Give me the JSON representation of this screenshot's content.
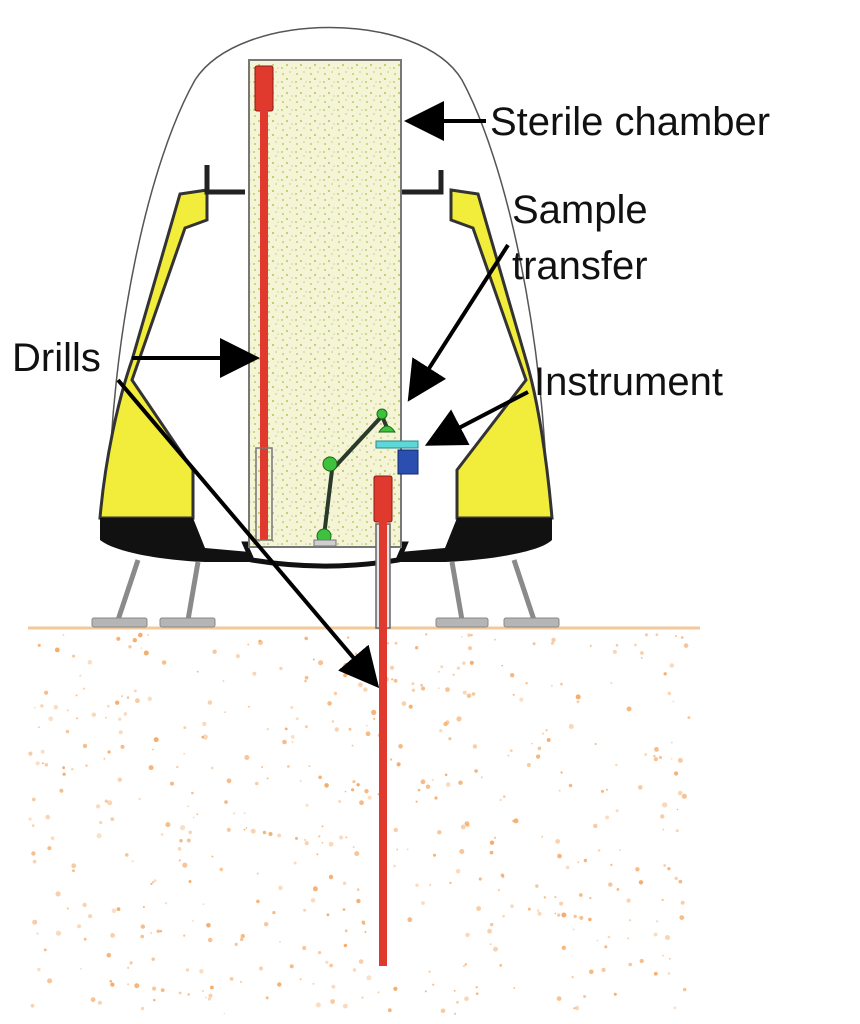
{
  "labels": {
    "sterile_chamber": "Sterile chamber",
    "sample": "Sample",
    "transfer": "transfer",
    "drills": "Drills",
    "instrument": "Instrument"
  },
  "colors": {
    "shell_yellow": "#f2ec3a",
    "drill_red": "#e03a2e",
    "chamber_fill": "#f6f4d6",
    "chamber_speckle": "#b9cf6a",
    "soil_dots": "#f4a35c",
    "ground_line": "#f3c89a",
    "arm_link": "#2a3a2a",
    "arm_joint": "#3ec23e",
    "instrument_blue": "#2a4fb0",
    "instrument_cyan": "#5ed7d9",
    "arrow": "#000000"
  },
  "icons": {
    "arrow": "arrowhead-icon"
  }
}
